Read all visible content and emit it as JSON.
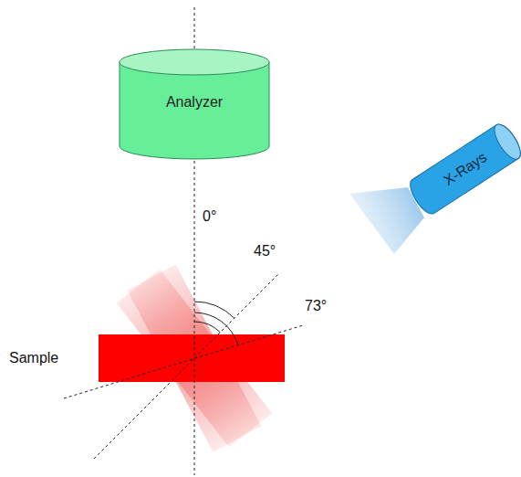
{
  "diagram": {
    "nodes": [
      {
        "text": [
          "Analyzer"
        ]
      },
      {
        "text": [
          "X-Rays"
        ]
      }
    ],
    "labels": [
      "0°",
      "45°",
      "73°",
      "Sample"
    ]
  }
}
